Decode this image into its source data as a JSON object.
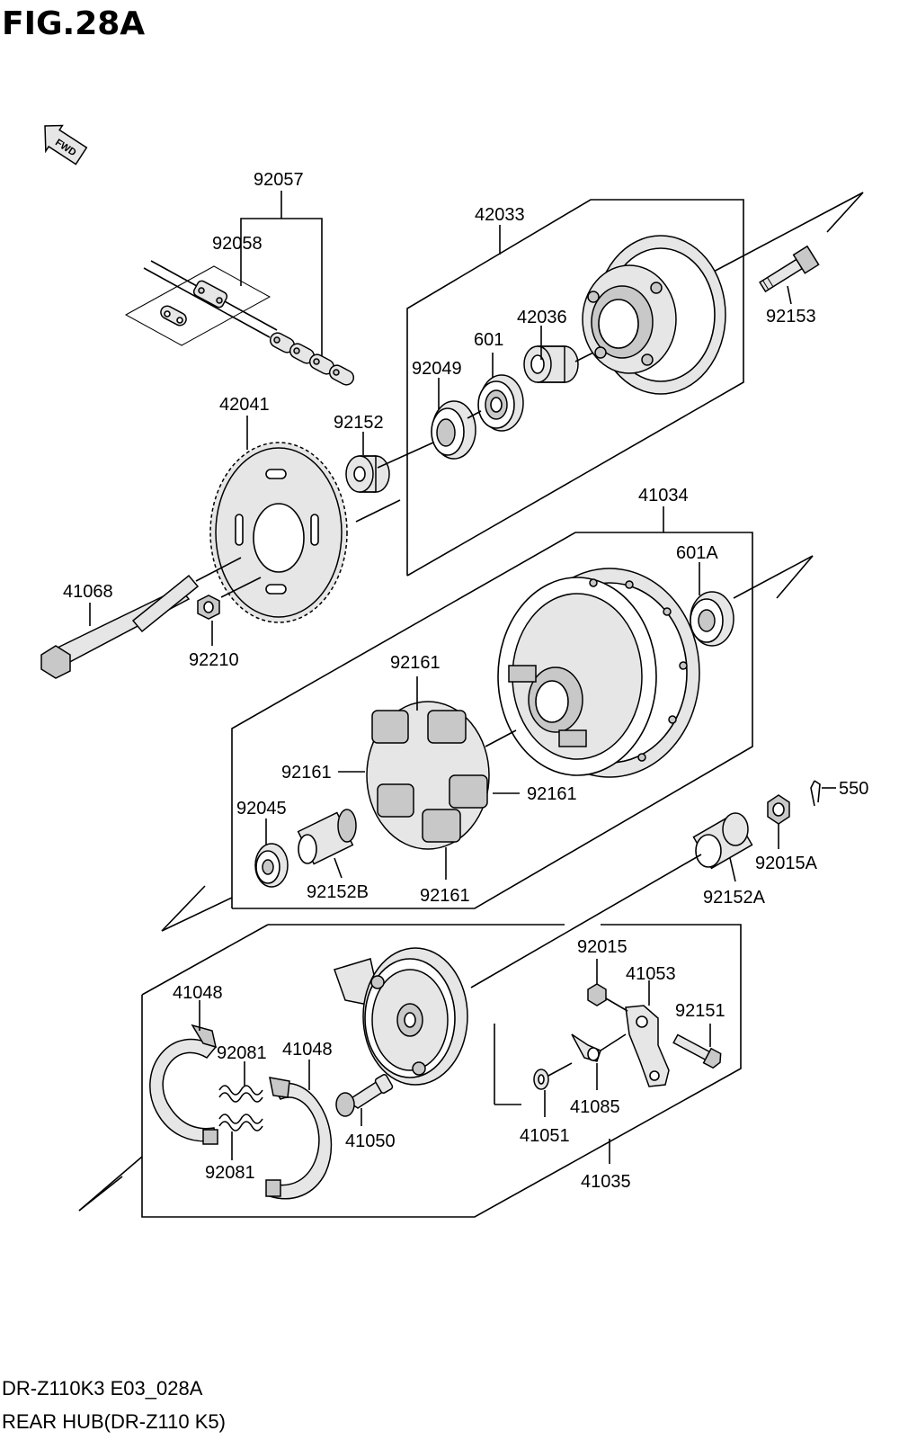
{
  "figure": {
    "title": "FIG.28A",
    "fwd_label": "FWD"
  },
  "labels": {
    "p92057": "92057",
    "p92058": "92058",
    "p42033": "42033",
    "p42036": "42036",
    "p601": "601",
    "p92049": "92049",
    "p92153": "92153",
    "p42041": "42041",
    "p92152": "92152",
    "p41034": "41034",
    "p601a": "601A",
    "p41068": "41068",
    "p92210": "92210",
    "p92161_top": "92161",
    "p92161_left": "92161",
    "p92161_right": "92161",
    "p92161_bottom": "92161",
    "p550": "550",
    "p92045": "92045",
    "p92152b": "92152B",
    "p92015a": "92015A",
    "p92152a": "92152A",
    "p92015": "92015",
    "p41053": "41053",
    "p41048_left": "41048",
    "p41048_right": "41048",
    "p92081_top": "92081",
    "p92081_bottom": "92081",
    "p92151": "92151",
    "p41085": "41085",
    "p41050": "41050",
    "p41051": "41051",
    "p41035": "41035"
  },
  "footer": {
    "model_code": "DR-Z110K3 E03_028A",
    "description": "REAR HUB(DR-Z110 K5)"
  }
}
